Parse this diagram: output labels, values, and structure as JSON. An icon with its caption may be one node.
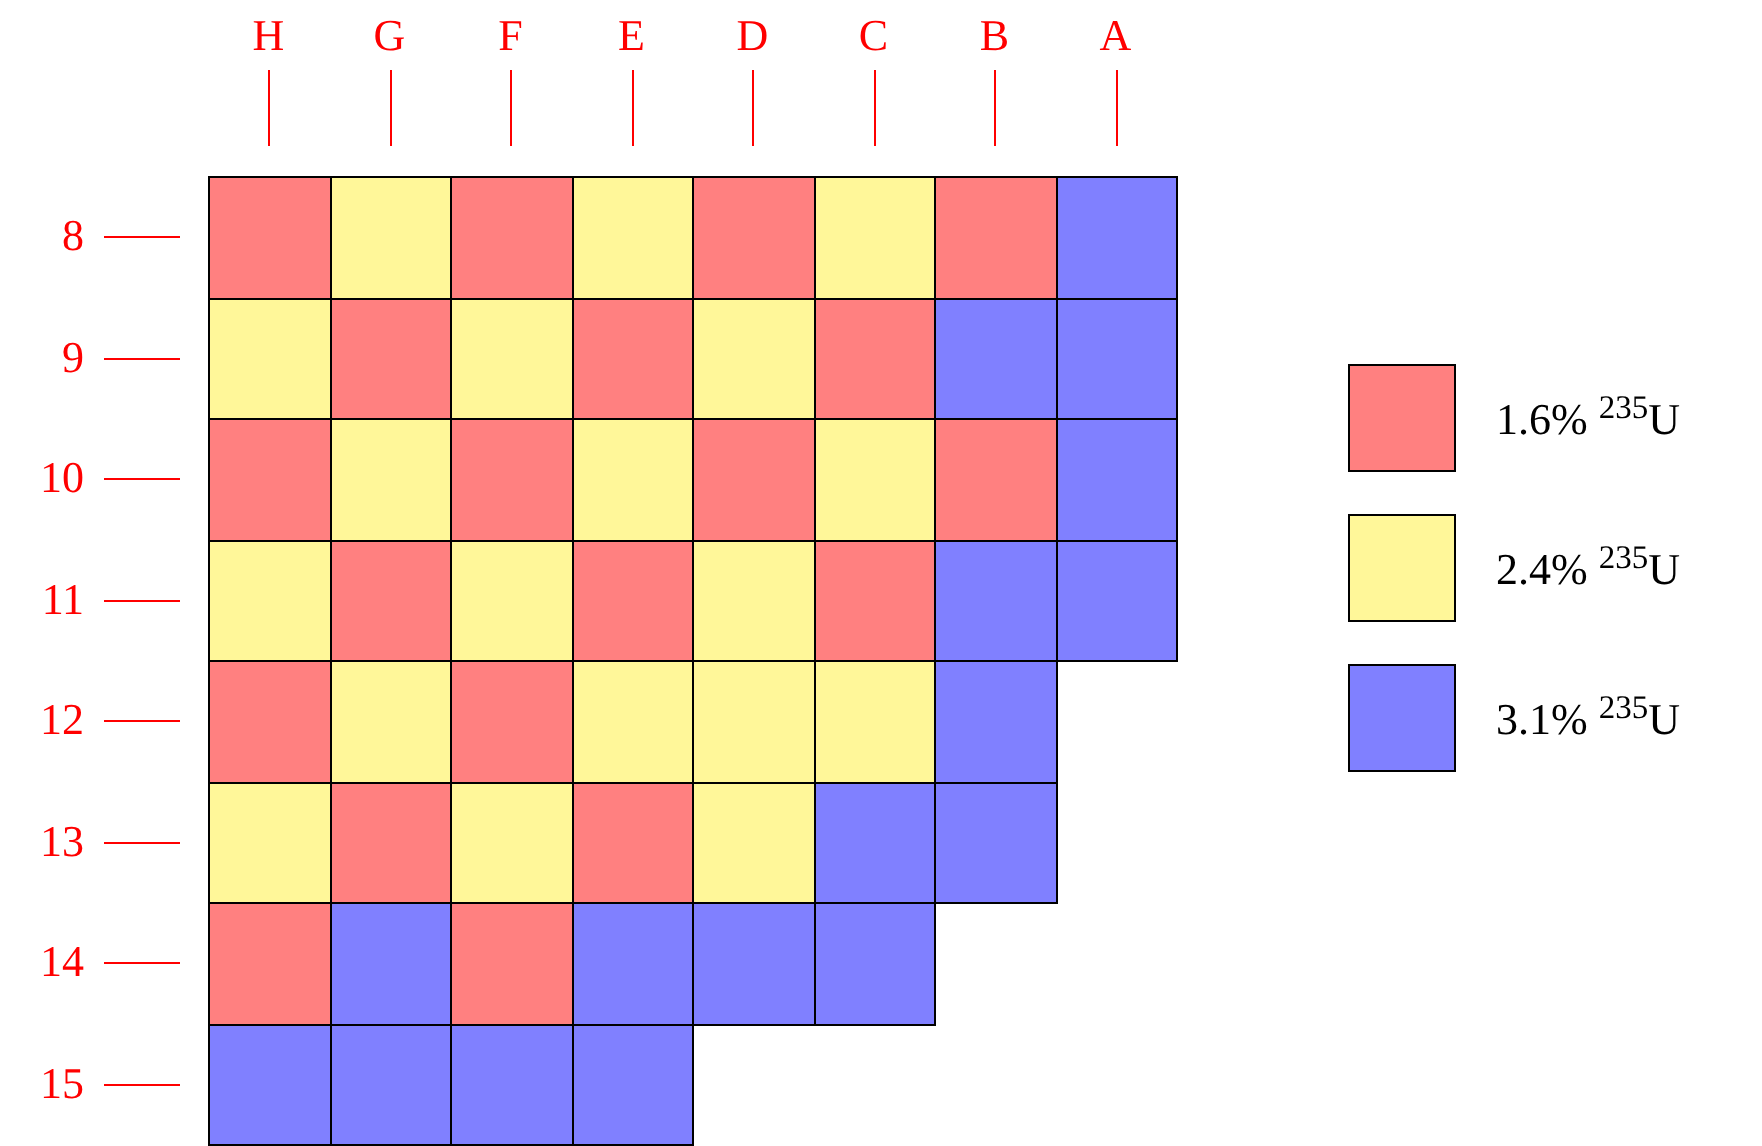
{
  "diagram": {
    "nodes": [
      {
        "text": [],
        "shape": "box"
      },
      {
        "text": [],
        "shape": "box"
      },
      {
        "text": [],
        "shape": "box"
      },
      {
        "text": [],
        "shape": "box"
      },
      {
        "text": [],
        "shape": "box"
      },
      {
        "text": [],
        "shape": "box"
      },
      {
        "text": [],
        "shape": "box"
      },
      {
        "text": [],
        "shape": "box"
      },
      {
        "text": [],
        "shape": "box"
      },
      {
        "text": [],
        "shape": "box"
      },
      {
        "text": [],
        "shape": "box"
      },
      {
        "text": [],
        "shape": "box"
      },
      {
        "text": [],
        "shape": "box"
      },
      {
        "text": [],
        "shape": "box"
      },
      {
        "text": [],
        "shape": "box"
      },
      {
        "text": [],
        "shape": "box"
      },
      {
        "text": [],
        "shape": "box"
      },
      {
        "text": [],
        "shape": "box"
      },
      {
        "text": [],
        "shape": "box"
      },
      {
        "text": [],
        "shape": "box"
      },
      {
        "text": [],
        "shape": "box"
      },
      {
        "text": [],
        "shape": "box"
      },
      {
        "text": [],
        "shape": "box"
      },
      {
        "text": [],
        "shape": "box"
      },
      {
        "text": [],
        "shape": "box"
      },
      {
        "text": [],
        "shape": "box"
      },
      {
        "text": [],
        "shape": "box"
      },
      {
        "text": [],
        "shape": "box"
      },
      {
        "text": [],
        "shape": "box"
      },
      {
        "text": [],
        "shape": "box"
      },
      {
        "text": [],
        "shape": "box"
      },
      {
        "text": [],
        "shape": "box"
      },
      {
        "text": [],
        "shape": "box"
      },
      {
        "text": [],
        "shape": "box"
      },
      {
        "text": [],
        "shape": "box"
      },
      {
        "text": [],
        "shape": "box"
      },
      {
        "text": [],
        "shape": "box"
      },
      {
        "text": [],
        "shape": "box"
      },
      {
        "text": [],
        "shape": "box"
      },
      {
        "text": [],
        "shape": "box"
      },
      {
        "text": [],
        "shape": "box"
      },
      {
        "text": [],
        "shape": "box"
      },
      {
        "text": [],
        "shape": "box"
      },
      {
        "text": [],
        "shape": "box"
      },
      {
        "text": [],
        "shape": "box"
      },
      {
        "text": [],
        "shape": "box"
      },
      {
        "text": [],
        "shape": "box"
      },
      {
        "text": [],
        "shape": "box"
      },
      {
        "text": [],
        "shape": "box"
      },
      {
        "text": [],
        "shape": "box"
      },
      {
        "text": [],
        "shape": "box"
      },
      {
        "text": [],
        "shape": "box"
      },
      {
        "text": [],
        "shape": "box"
      },
      {
        "text": [],
        "shape": "box"
      },
      {
        "text": [],
        "shape": "box"
      },
      {
        "text": [],
        "shape": "box"
      }
    ],
    "labels": [
      "H",
      "G",
      "F",
      "E",
      "D",
      "C",
      "B",
      "A",
      "8",
      "9",
      "10",
      "11",
      "12",
      "13",
      "14",
      "15"
    ],
    "legend": [
      {
        "text": "1.6% $^{235}$U",
        "color": "#ff8080"
      },
      {
        "text": "2.4% $^{235}$U",
        "color": "#fff799"
      },
      {
        "text": "3.1% $^{235}$U",
        "color": "#8080ff"
      }
    ]
  }
}
